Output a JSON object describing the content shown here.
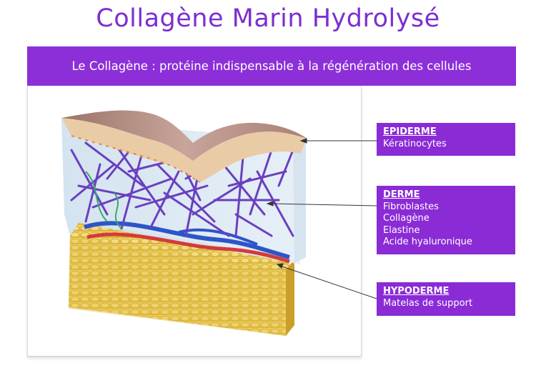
{
  "title": "Collagène Marin Hydrolysé",
  "banner": "Le Collagène :  protéine indispensable à la régénération des cellules",
  "colors": {
    "accent": "#8a2bd6",
    "title": "#7b2fd0",
    "fibers": "#6a3fc0",
    "fat": "#e9c94a",
    "skin": "#b58a7a"
  },
  "labels": [
    {
      "title": "EPIDERME",
      "lines": [
        "Kératinocytes"
      ]
    },
    {
      "title": "DERME",
      "lines": [
        "Fibroblastes",
        "Collagène",
        "Elastine",
        "Acide hyaluronique"
      ]
    },
    {
      "title": "HYPODERME",
      "lines": [
        "Matelas de support"
      ]
    }
  ]
}
